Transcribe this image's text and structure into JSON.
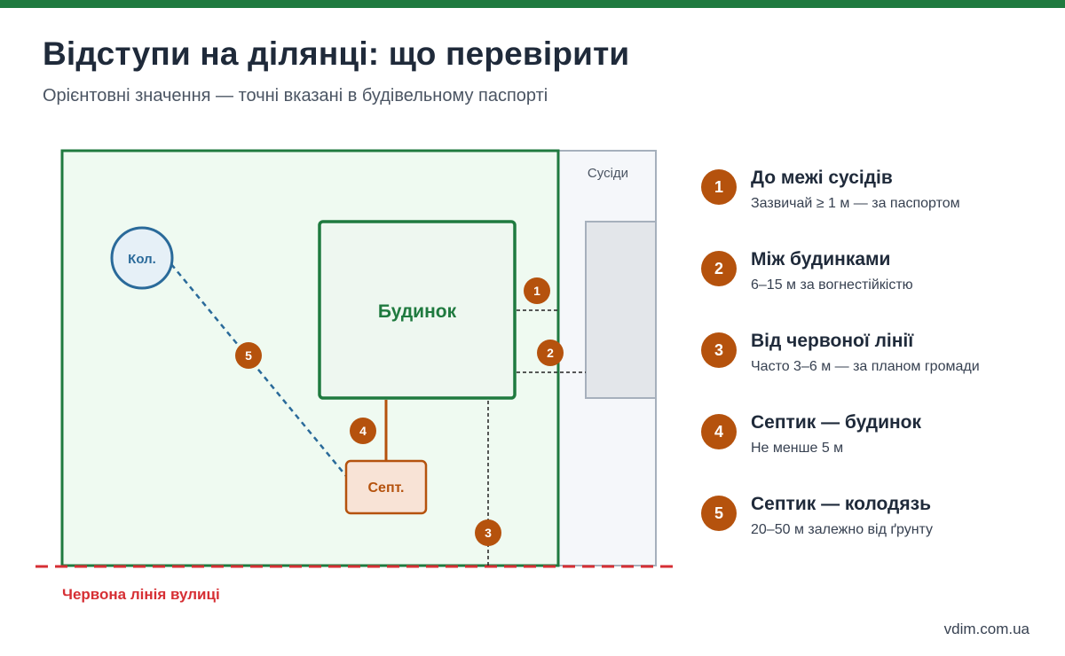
{
  "header": {
    "title": "Відступи на ділянці: що перевірити",
    "subtitle": "Орієнтовні значення — точні вказані в будівельному паспорті"
  },
  "diagram": {
    "neighbors_label": "Сусіди",
    "house_label": "Будинок",
    "well_label": "Кол.",
    "septic_label": "Септ.",
    "red_line_label": "Червона лінія вулиці",
    "markers": [
      "1",
      "2",
      "3",
      "4",
      "5"
    ]
  },
  "legend": {
    "items": [
      {
        "number": "1",
        "title": "До межі сусідів",
        "desc": "Зазвичай ≥ 1 м — за паспортом"
      },
      {
        "number": "2",
        "title": "Між будинками",
        "desc": "6–15 м за вогнестійкістю"
      },
      {
        "number": "3",
        "title": "Від червоної лінії",
        "desc": "Часто 3–6 м — за планом громади"
      },
      {
        "number": "4",
        "title": "Септик — будинок",
        "desc": "Не менше 5 м"
      },
      {
        "number": "5",
        "title": "Септик — колодязь",
        "desc": "20–50 м залежно від ґрунту"
      }
    ]
  },
  "footer": {
    "site": "vdim.com.ua"
  },
  "colors": {
    "primary_green": "#1f7a3f",
    "plot_fill": "#effaf1",
    "marker_orange": "#b5520d",
    "red_line": "#d62f34",
    "well_blue": "#2a6a9a"
  }
}
